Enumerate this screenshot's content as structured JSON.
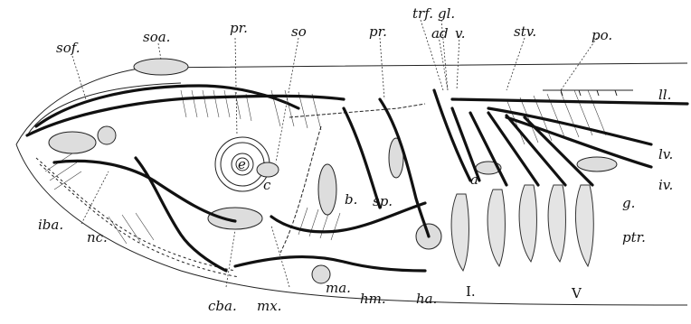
{
  "labels": {
    "sof": "sof.",
    "soa": "soa.",
    "pr_left": "pr.",
    "so": "so",
    "pr_mid": "pr.",
    "trf": "trf.",
    "gl": "gl.",
    "ad": "ad",
    "v": "v.",
    "stv": "stv.",
    "po": "po.",
    "ll": "ll.",
    "lv": "lv.",
    "iv": "iv.",
    "g": "g.",
    "ptr": "ptr.",
    "roman_I": "I.",
    "roman_V": "V",
    "ha": "ha.",
    "hm": "hm.",
    "ma": "ma.",
    "mx": "mx.",
    "cba": "cba.",
    "nc": "nc.",
    "iba": "iba.",
    "b": "b.",
    "sp": "sp.",
    "a": "a",
    "c": "c",
    "e": "e"
  }
}
